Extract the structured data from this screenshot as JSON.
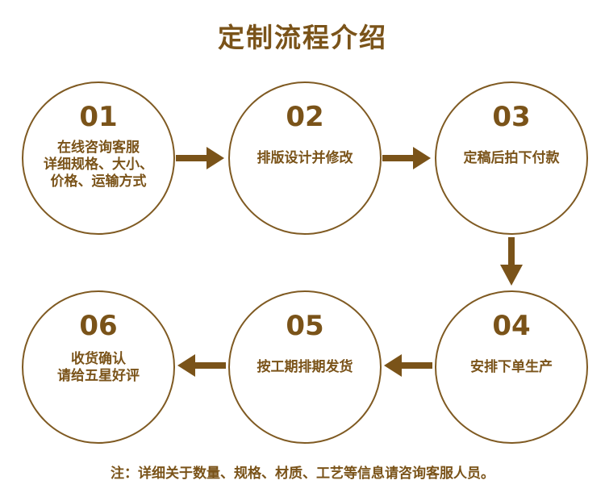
{
  "title": "定制流程介绍",
  "colors": {
    "accent": "#7a5319",
    "border": "#7f5a22",
    "background": "#ffffff"
  },
  "steps": [
    {
      "number": "01",
      "lines": [
        "在线咨询客服",
        "详细规格、大小、",
        "价格、运输方式"
      ]
    },
    {
      "number": "02",
      "lines": [
        "排版设计并修改"
      ]
    },
    {
      "number": "03",
      "lines": [
        "定稿后拍下付款"
      ]
    },
    {
      "number": "04",
      "lines": [
        "安排下单生产"
      ]
    },
    {
      "number": "05",
      "lines": [
        "按工期排期发货"
      ]
    },
    {
      "number": "06",
      "lines": [
        "收货确认",
        "请给五星好评"
      ]
    }
  ],
  "arrows": [
    {
      "from": "01",
      "to": "02",
      "direction": "right"
    },
    {
      "from": "02",
      "to": "03",
      "direction": "right"
    },
    {
      "from": "03",
      "to": "04",
      "direction": "down"
    },
    {
      "from": "04",
      "to": "05",
      "direction": "left"
    },
    {
      "from": "05",
      "to": "06",
      "direction": "left"
    }
  ],
  "footer_note": "注：详细关于数量、规格、材质、工艺等信息请咨询客服人员。"
}
